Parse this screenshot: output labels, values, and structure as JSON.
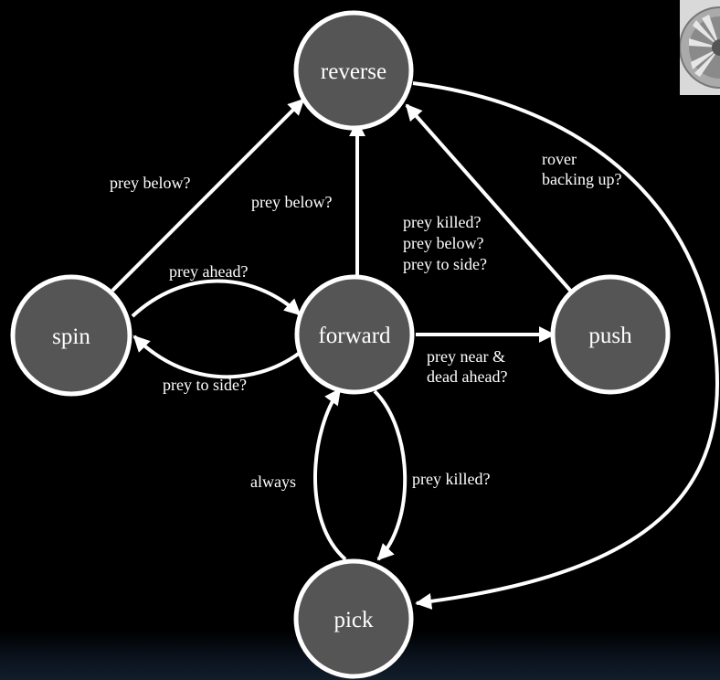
{
  "nodes": {
    "reverse": "reverse",
    "spin": "spin",
    "forward": "forward",
    "push": "push",
    "pick": "pick"
  },
  "edges": {
    "spin_to_reverse": "prey below?",
    "forward_to_reverse": "prey below?",
    "push_to_reverse": [
      "prey killed?",
      "prey below?",
      "prey to side?"
    ],
    "reverse_to_pick": [
      "rover",
      "backing up?"
    ],
    "spin_to_forward": "prey ahead?",
    "forward_to_spin": "prey to side?",
    "forward_to_push": [
      "prey near &",
      "dead ahead?"
    ],
    "pick_to_forward": "always",
    "forward_to_pick": "prey killed?"
  },
  "colors": {
    "background": "#000000",
    "node_fill": "#555555",
    "stroke": "#ffffff",
    "text": "#ffffff"
  },
  "corner_icon": "film-reel-icon"
}
